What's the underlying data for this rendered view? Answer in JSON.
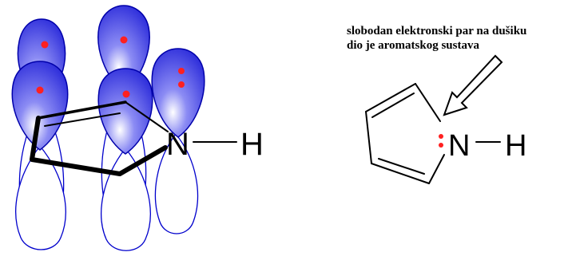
{
  "caption": {
    "line1": "slobodan elektronski par na dušiku",
    "line2": "dio je aromatskog sustava"
  },
  "left_model": {
    "atom_label": "N",
    "substituent_label": "H"
  },
  "right_structure": {
    "atom_label": "N",
    "substituent_label": "H"
  },
  "colors": {
    "orbital_fill": "#4a4ae8",
    "orbital_highlight": "#ffffff",
    "electron_dot": "#ff2020",
    "line": "#000000"
  },
  "icons": {
    "electron": "red-dot",
    "arrow": "hollow-arrow"
  }
}
